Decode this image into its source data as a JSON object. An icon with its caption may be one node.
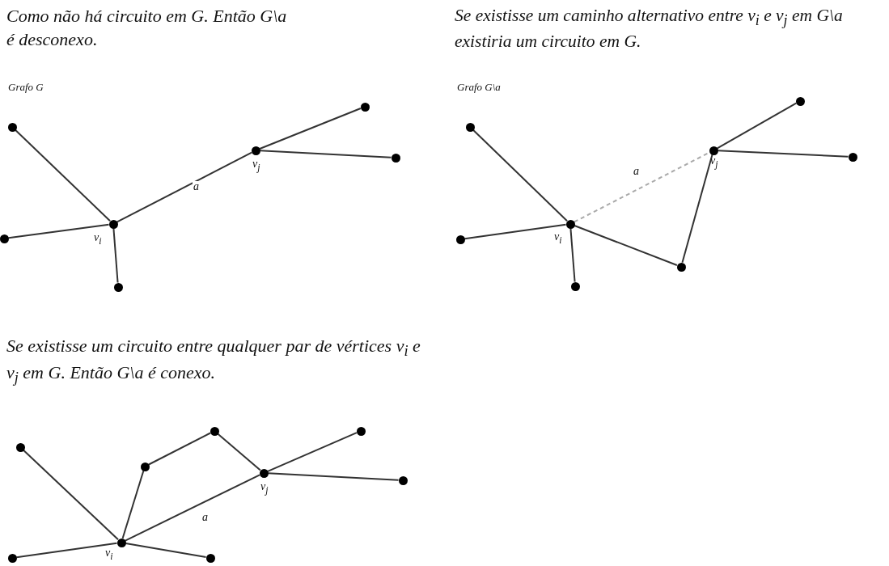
{
  "diagram": {
    "nodes": [
      {
        "text": [],
        "shape": "circle"
      },
      {
        "text": [],
        "shape": "circle"
      },
      {
        "text": [],
        "shape": "circle",
        "beside": [
          "v$_{i}$"
        ]
      },
      {
        "text": [],
        "shape": "circle"
      },
      {
        "text": [],
        "shape": "circle",
        "beside": [
          "v$_{j}$"
        ]
      },
      {
        "text": [],
        "shape": "circle"
      },
      {
        "text": [],
        "shape": "circle"
      },
      {
        "text": [],
        "shape": "circle"
      },
      {
        "text": [],
        "shape": "circle"
      },
      {
        "text": [],
        "shape": "circle",
        "beside": [
          "v$_{i}$"
        ]
      },
      {
        "text": [],
        "shape": "circle"
      },
      {
        "text": [],
        "shape": "circle"
      },
      {
        "text": [],
        "shape": "circle",
        "beside": [
          "v$_{j}$"
        ]
      },
      {
        "text": [],
        "shape": "circle"
      },
      {
        "text": [],
        "shape": "circle"
      },
      {
        "text": [],
        "shape": "circle"
      },
      {
        "text": [],
        "shape": "circle"
      },
      {
        "text": [],
        "shape": "circle",
        "beside": [
          "v$_{i}$"
        ]
      },
      {
        "text": [],
        "shape": "circle"
      },
      {
        "text": [],
        "shape": "circle"
      },
      {
        "text": [],
        "shape": "circle"
      },
      {
        "text": [],
        "shape": "circle",
        "beside": [
          "v$_{j}$"
        ]
      },
      {
        "text": [],
        "shape": "circle"
      },
      {
        "text": [],
        "shape": "circle"
      }
    ],
    "edges": [
      {
        "from": 0,
        "to": 2,
        "arrow": "none"
      },
      {
        "from": 1,
        "to": 2,
        "arrow": "none"
      },
      {
        "from": 2,
        "to": 3,
        "arrow": "none"
      },
      {
        "from": 2,
        "to": 4,
        "arrow": "none",
        "label": "a"
      },
      {
        "from": 4,
        "to": 5,
        "arrow": "none"
      },
      {
        "from": 4,
        "to": 6,
        "arrow": "none"
      },
      {
        "from": 7,
        "to": 9,
        "arrow": "none"
      },
      {
        "from": 8,
        "to": 9,
        "arrow": "none"
      },
      {
        "from": 9,
        "to": 10,
        "arrow": "none"
      },
      {
        "from": 9,
        "to": 12,
        "arrow": "none",
        "label": "a",
        "style": "dashed",
        "color": "#aaaaaa"
      },
      {
        "from": 12,
        "to": 13,
        "arrow": "none"
      },
      {
        "from": 12,
        "to": 14,
        "arrow": "none"
      },
      {
        "from": 9,
        "to": 11,
        "arrow": "none"
      },
      {
        "from": 11,
        "to": 12,
        "arrow": "none"
      },
      {
        "from": 15,
        "to": 17,
        "arrow": "none"
      },
      {
        "from": 16,
        "to": 17,
        "arrow": "none"
      },
      {
        "from": 17,
        "to": 18,
        "arrow": "none"
      },
      {
        "from": 17,
        "to": 19,
        "arrow": "none"
      },
      {
        "from": 19,
        "to": 20,
        "arrow": "none"
      },
      {
        "from": 20,
        "to": 21,
        "arrow": "none"
      },
      {
        "from": 17,
        "to": 21,
        "arrow": "none",
        "label": "a"
      },
      {
        "from": 21,
        "to": 22,
        "arrow": "none"
      },
      {
        "from": 21,
        "to": 23,
        "arrow": "none"
      }
    ],
    "labels": [
      "Como não há circuito em G. Então G\\a é desconexo.",
      "Grafo G",
      "Se existisse um caminho alternativo entre v$_{i}$ e v$_{j}$ em G\\a existiria um circuito em G.",
      "Grafo G\\a",
      "Se existisse um circuito entre qualquer par de vértices v$_{i}$ e v$_{j}$ em G. Então G\\a é conexo."
    ]
  }
}
